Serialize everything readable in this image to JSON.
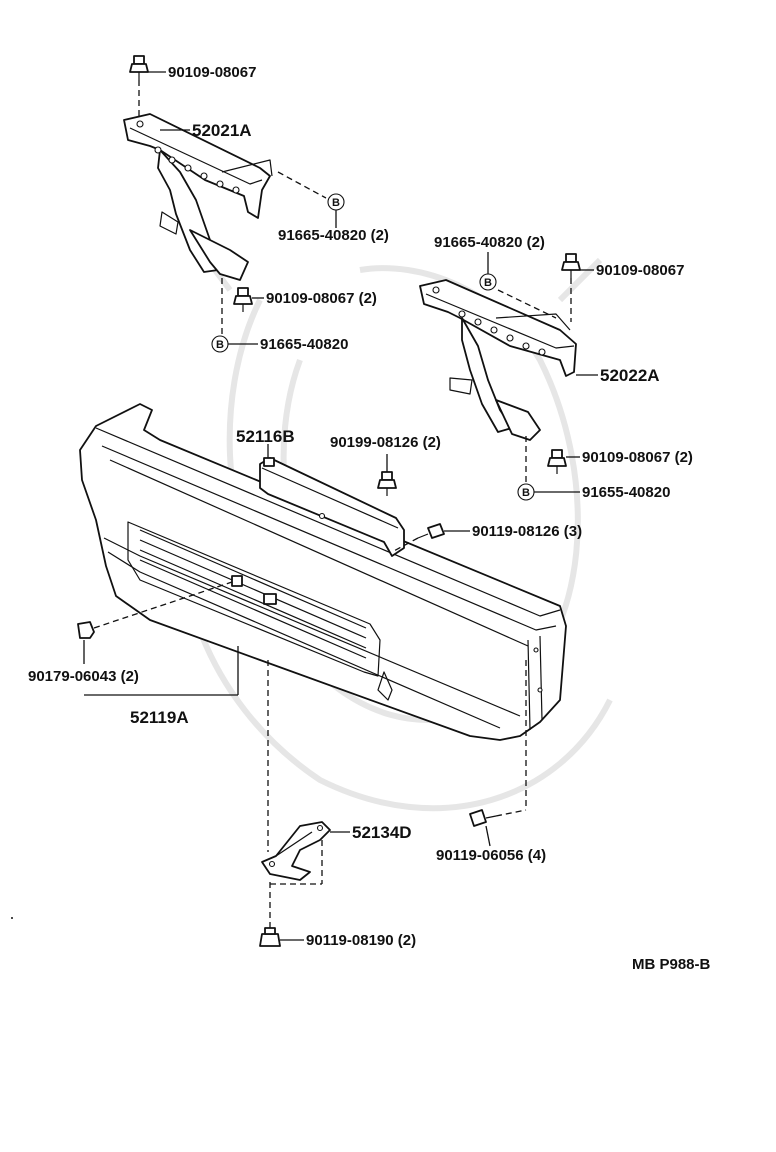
{
  "diagram": {
    "reference_code": "MB P988-B",
    "callouts": [
      {
        "id": "c1",
        "label": "90109-08067"
      },
      {
        "id": "c2",
        "label": "52021A"
      },
      {
        "id": "c3",
        "label": "91665-40820 (2)"
      },
      {
        "id": "c4",
        "label": "90109-08067 (2)"
      },
      {
        "id": "c5",
        "label": "91665-40820"
      },
      {
        "id": "c6",
        "label": "91665-40820 (2)"
      },
      {
        "id": "c7",
        "label": "90109-08067"
      },
      {
        "id": "c8",
        "label": "52022A"
      },
      {
        "id": "c9",
        "label": "52116B"
      },
      {
        "id": "c10",
        "label": "90199-08126 (2)"
      },
      {
        "id": "c11",
        "label": "90109-08067 (2)"
      },
      {
        "id": "c12",
        "label": "91655-40820"
      },
      {
        "id": "c13",
        "label": "90119-08126 (3)"
      },
      {
        "id": "c14",
        "label": "90179-06043 (2)"
      },
      {
        "id": "c15",
        "label": "52119A"
      },
      {
        "id": "c16",
        "label": "52134D"
      },
      {
        "id": "c17",
        "label": "90119-06056 (4)"
      },
      {
        "id": "c18",
        "label": "90119-08190 (2)"
      }
    ],
    "clip_marker": "B"
  }
}
